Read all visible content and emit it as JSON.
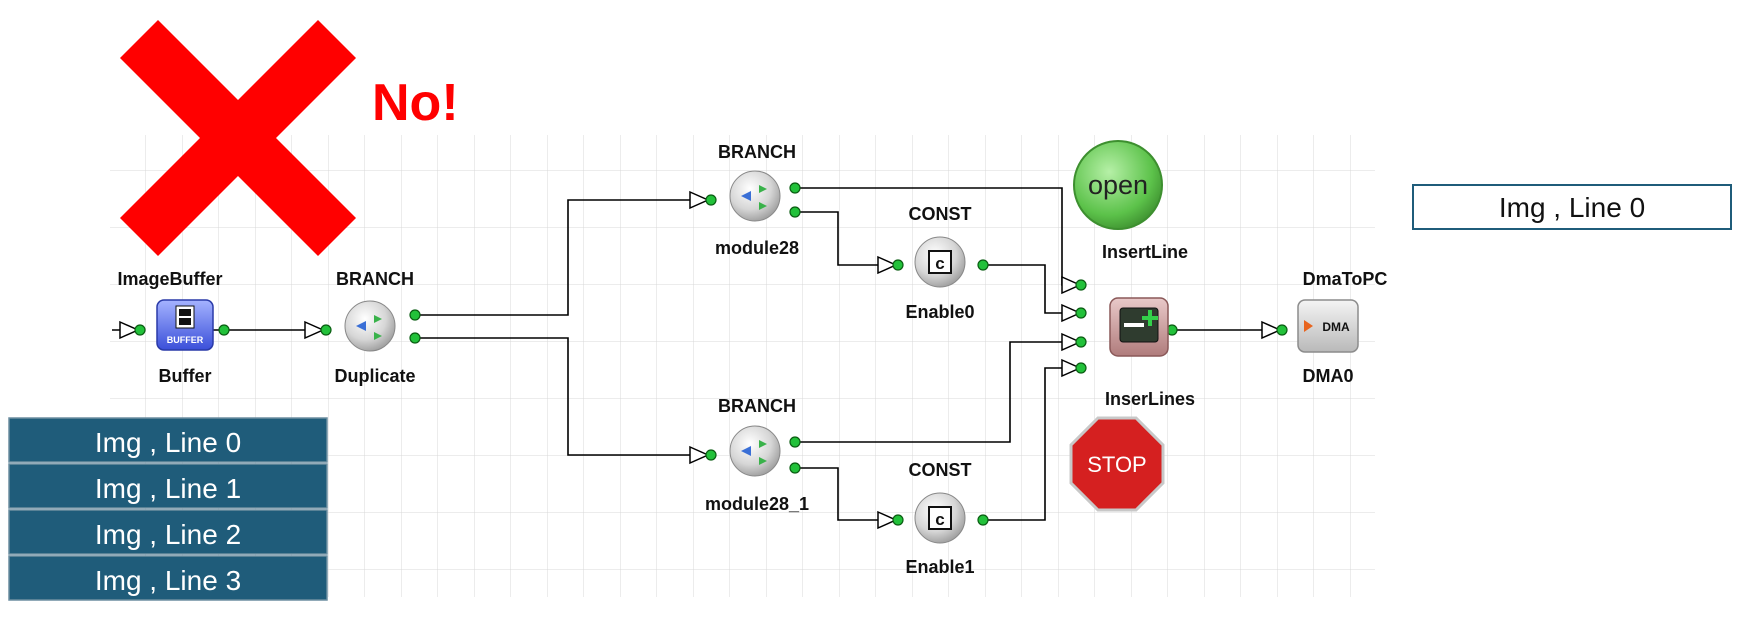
{
  "banner": {
    "cross_icon": "red-x-cross",
    "no_text": "No!",
    "cross_color": "#ff0000"
  },
  "modules": {
    "image_buffer": {
      "title": "ImageBuffer",
      "name": "Buffer",
      "icon": "buffer-icon",
      "icon_text": "BUFFER"
    },
    "branch_dup": {
      "title": "BRANCH",
      "name": "Duplicate",
      "icon": "branch-icon"
    },
    "branch_top": {
      "title": "BRANCH",
      "name": "module28",
      "icon": "branch-icon"
    },
    "branch_bottom": {
      "title": "BRANCH",
      "name": "module28_1",
      "icon": "branch-icon"
    },
    "const_top": {
      "title": "CONST",
      "name": "Enable0",
      "icon": "const-icon",
      "icon_text": "c"
    },
    "const_bottom": {
      "title": "CONST",
      "name": "Enable1",
      "icon": "const-icon",
      "icon_text": "c"
    },
    "insert_line": {
      "title": "InsertLine",
      "name": "InserLines",
      "icon": "insert-line-icon"
    },
    "dma": {
      "title": "DmaToPC",
      "name": "DMA0",
      "icon": "dma-icon",
      "icon_text": "DMA"
    }
  },
  "signals": {
    "open_label": "open",
    "open_color": "#5cc24a",
    "stop_label": "STOP",
    "stop_color": "#e0201f"
  },
  "input_stack": {
    "color": "#1f5c7a",
    "lines": [
      "Img , Line 0",
      "Img , Line 1",
      "Img , Line 2",
      "Img , Line 3"
    ]
  },
  "output_box": {
    "text": "Img , Line 0",
    "border_color": "#1f5c7a"
  }
}
